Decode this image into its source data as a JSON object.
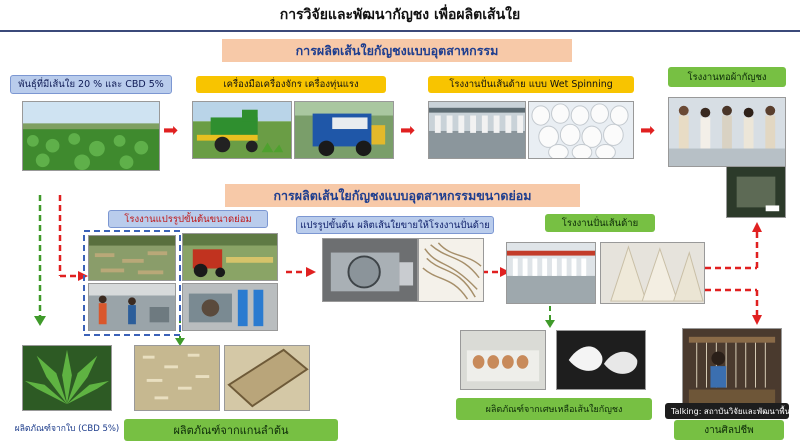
{
  "title": "การวิจัยและพัฒนากัญชง เพื่อผลิตเส้นใย",
  "industrial": {
    "banner": "การผลิตเส้นใยกัญชงแบบอุตสาหกรรม",
    "variety_label": "พันธุ์ที่มีเส้นใย 20 % และ CBD 5%",
    "machinery_label": "เครื่องมือเครื่องจักร เครื่องทุ่นแรง",
    "wet_spinning_label": "โรงงานปั่นเส้นด้าย แบบ Wet Spinning",
    "weaving_label": "โรงงานทอผ้ากัญชง"
  },
  "small_scale": {
    "banner": "การผลิตเส้นใยกัญชงแบบอุตสาหกรรมขนาดย่อม",
    "primary_processing_label": "โรงงานแปรรูปขั้นต้นขนาดย่อม",
    "sell_fiber_label": "แปรรูปขั้นต้น ผลิตเส้นใยขายให้โรงงานปั่นด้าย",
    "spinning_label": "โรงงานปั่นเส้นด้าย"
  },
  "products": {
    "leaf_product": "ผลิตภัณฑ์จากใบ (CBD 5%)",
    "stem_core_product": "ผลิตภัณฑ์จากแกนลำต้น",
    "fiber_waste_product": "ผลิตภัณฑ์จากเศษเหลือเส้นใยกัญชง",
    "craft_label": "งานศิลปชีพ"
  },
  "tooltip": "Talking: สถาบันวิจัยและพัฒนาพื้น..."
}
